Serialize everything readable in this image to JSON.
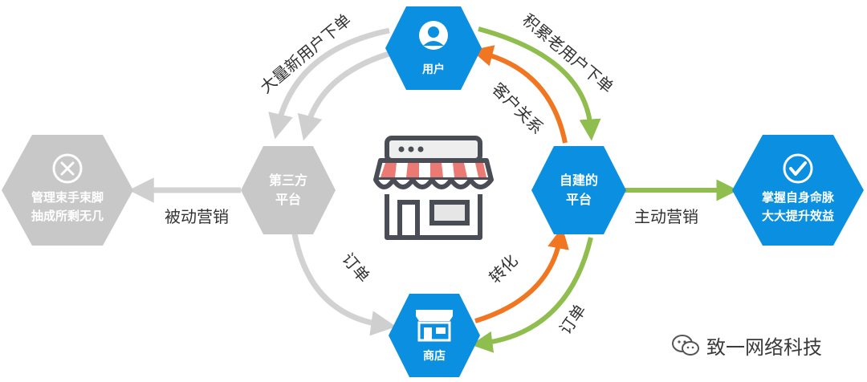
{
  "nodes": {
    "user": {
      "label": "用户",
      "color": "#0b8fe0"
    },
    "self_platform": {
      "line1": "自建的",
      "line2": "平台",
      "color": "#0b8fe0"
    },
    "third_platform": {
      "line1": "第三方",
      "line2": "平台",
      "color": "#c8c8c8"
    },
    "store": {
      "label": "商店",
      "color": "#0b8fe0"
    },
    "grow": {
      "line1": "掌握自身命脉",
      "line2": "大大提升效益",
      "color": "#0b8fe0"
    },
    "fail": {
      "line1": "管理束手束脚",
      "line2": "抽成所剩无几",
      "color": "#c8c8c8"
    }
  },
  "edges": {
    "new_users": "大量新用户下单",
    "old_users": "积累老用户下单",
    "customer_relation": "客户关系",
    "conversion": "转化",
    "order_left": "订单",
    "order_right": "订单",
    "passive": "被动营销",
    "active": "主动营销"
  },
  "colors": {
    "green": "#8fbe4e",
    "orange": "#f07622",
    "gray": "#cfcfcf",
    "text": "#333333"
  },
  "icons": [
    "user-icon",
    "store-icon",
    "close-icon",
    "check-icon",
    "wechat-icon"
  ],
  "watermark": {
    "text": "致一网络科技"
  }
}
